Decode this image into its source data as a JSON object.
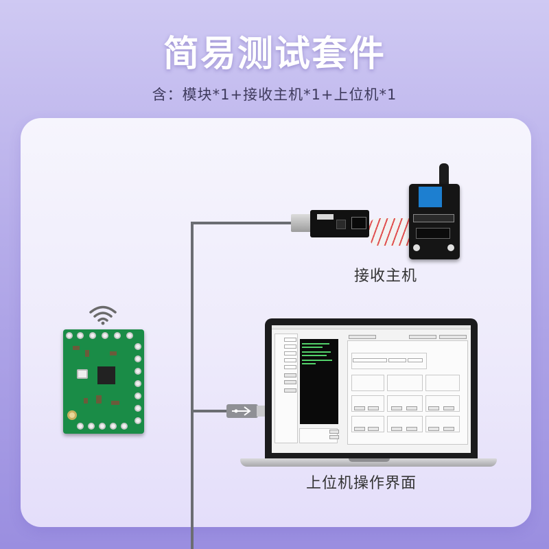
{
  "header": {
    "title": "简易测试套件",
    "subtitle": "含：模块*1+接收主机*1+上位机*1"
  },
  "captions": {
    "receiver": "接收主机",
    "software": "上位机操作界面"
  },
  "colors": {
    "title": "#ffffff",
    "cable": "#6b6d72",
    "pcb_green": "#1a8c47",
    "terminal_text": "#53d36b"
  },
  "icons": [
    "wifi-signal-icon",
    "usb-icon"
  ]
}
